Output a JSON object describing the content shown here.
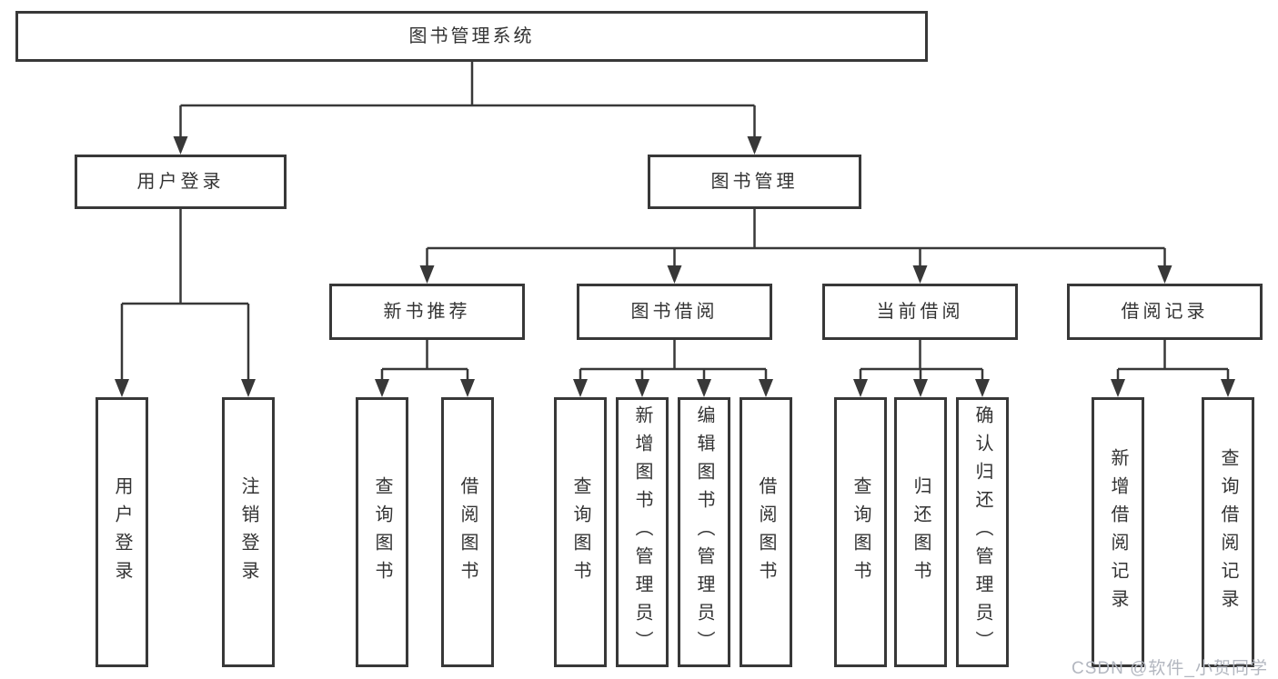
{
  "diagram": {
    "root": {
      "label": "图书管理系统"
    },
    "level2": [
      {
        "label": "用户登录"
      },
      {
        "label": "图书管理"
      }
    ],
    "level3": [
      {
        "label": "新书推荐"
      },
      {
        "label": "图书借阅"
      },
      {
        "label": "当前借阅"
      },
      {
        "label": "借阅记录"
      }
    ],
    "leaves": {
      "login": [
        "用户登录",
        "注销登录"
      ],
      "new_books": [
        "查询图书",
        "借阅图书"
      ],
      "book_borrow": [
        "查询图书",
        "新增图书（管理员）",
        "编辑图书（管理员）",
        "借阅图书"
      ],
      "current_borrow": [
        "查询图书",
        "归还图书",
        "确认归还（管理员）"
      ],
      "records": [
        "新增借阅记录",
        "查询借阅记录"
      ]
    }
  },
  "colors": {
    "line": "#383838",
    "border": "#383838",
    "text": "#333333",
    "background": "#ffffff",
    "watermark": "#b3b7c0"
  },
  "watermark": {
    "text": "CSDN @软件_小贺同学"
  }
}
